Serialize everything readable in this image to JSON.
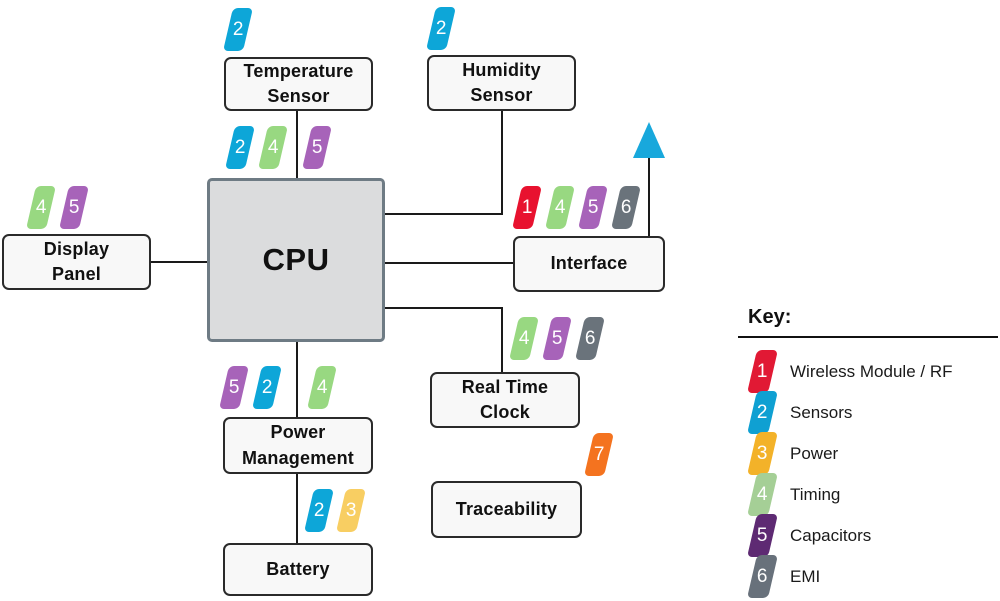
{
  "diagram": {
    "nodes": {
      "temperature_sensor": {
        "label": "Temperature\nSensor",
        "badges": [
          "2"
        ]
      },
      "humidity_sensor": {
        "label": "Humidity\nSensor",
        "badges": [
          "2"
        ]
      },
      "cpu": {
        "label": "CPU",
        "badges_top": [
          "2",
          "4",
          "5"
        ]
      },
      "display_panel": {
        "label": "Display\nPanel",
        "badges": [
          "4",
          "5"
        ]
      },
      "interface": {
        "label": "Interface",
        "badges": [
          "1",
          "4",
          "5",
          "6"
        ]
      },
      "real_time_clock": {
        "label": "Real Time\nClock",
        "badges": [
          "4",
          "5",
          "6"
        ]
      },
      "power_management": {
        "label": "Power\nManagement",
        "badges": [
          "5",
          "2",
          "4"
        ]
      },
      "battery": {
        "label": "Battery",
        "badges": [
          "2",
          "3"
        ]
      },
      "traceability": {
        "label": "Traceability",
        "badges": [
          "7"
        ]
      }
    },
    "badge_colors": {
      "1": "#e8122f",
      "2": "#0da6d8",
      "3": "#f8ce62",
      "4": "#98d881",
      "5": "#a763b9",
      "6": "#6a737b",
      "7": "#f4731f"
    },
    "connector_color": "#1a1a1a",
    "antenna_color": "#18a8dc"
  },
  "key": {
    "title": "Key:",
    "entries": [
      {
        "num": "1",
        "label": "Wireless Module / RF",
        "color": "#e11934"
      },
      {
        "num": "2",
        "label": "Sensors",
        "color": "#0fa0d2"
      },
      {
        "num": "3",
        "label": "Power",
        "color": "#f3b229"
      },
      {
        "num": "4",
        "label": "Timing",
        "color": "#a5cf96"
      },
      {
        "num": "5",
        "label": "Capacitors",
        "color": "#5e2a73"
      },
      {
        "num": "6",
        "label": "EMI",
        "color": "#68717b"
      }
    ]
  }
}
